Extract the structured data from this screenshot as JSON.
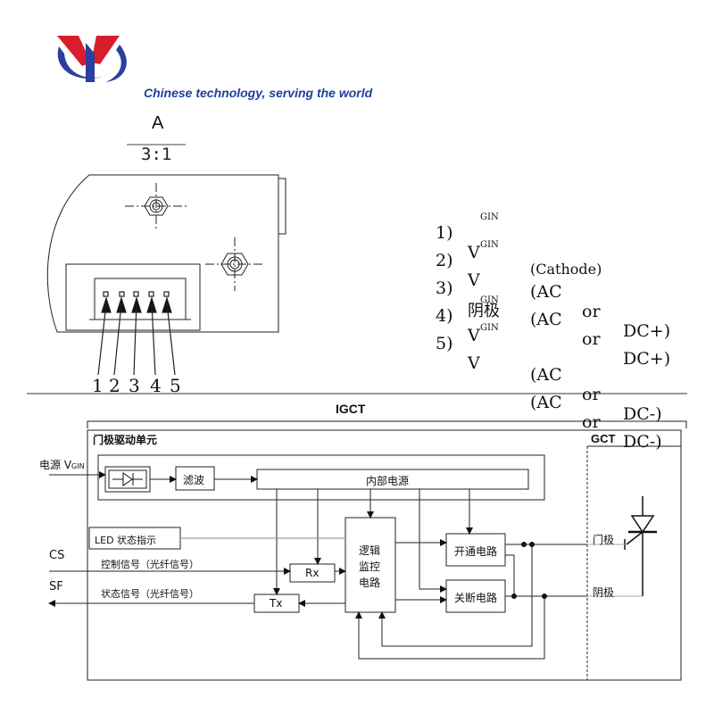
{
  "header": {
    "tagline": "Chinese technology, serving the world",
    "brand_colors": {
      "logo_red": "#d81e2c",
      "logo_blue": "#2a3f9e"
    }
  },
  "connector_view": {
    "view_label": "A",
    "scale": "3:1",
    "pin_numbers": [
      "1",
      "2",
      "3",
      "4",
      "5"
    ]
  },
  "pin_table": [
    {
      "num": "1)",
      "name": "V",
      "sub": "GIN",
      "desc": [
        "(AC",
        "or",
        "DC+)"
      ]
    },
    {
      "num": "2)",
      "name": "V",
      "sub": "GIN",
      "desc": [
        "(AC",
        "or",
        "DC+)"
      ]
    },
    {
      "num": "3)",
      "name": "阴极",
      "sub": "",
      "desc": [
        "(Cathode)"
      ]
    },
    {
      "num": "4)",
      "name": "V",
      "sub": "GIN",
      "desc": [
        "(AC",
        "or",
        "DC-)"
      ]
    },
    {
      "num": "5)",
      "name": "V",
      "sub": "GIN",
      "desc": [
        "(AC",
        "or",
        "DC-)"
      ]
    }
  ],
  "diagram": {
    "title": "IGCT",
    "gate_unit_label": "门极驱动单元",
    "gct_label": "GCT",
    "power_input_label": "电源 V",
    "power_input_sub": "GIN",
    "filter": "滤波",
    "internal_power": "内部电源",
    "led_status": "LED 状态指示",
    "logic_lines": [
      "逻辑",
      "监控",
      "电路"
    ],
    "turn_on": "开通电路",
    "turn_off": "关断电路",
    "rx": "Rx",
    "tx": "Tx",
    "cs": "CS",
    "sf": "SF",
    "control_signal": "控制信号（光纤信号）",
    "status_signal": "状态信号（光纤信号）",
    "gate_terminal": "门极",
    "cathode_terminal": "阴极"
  }
}
